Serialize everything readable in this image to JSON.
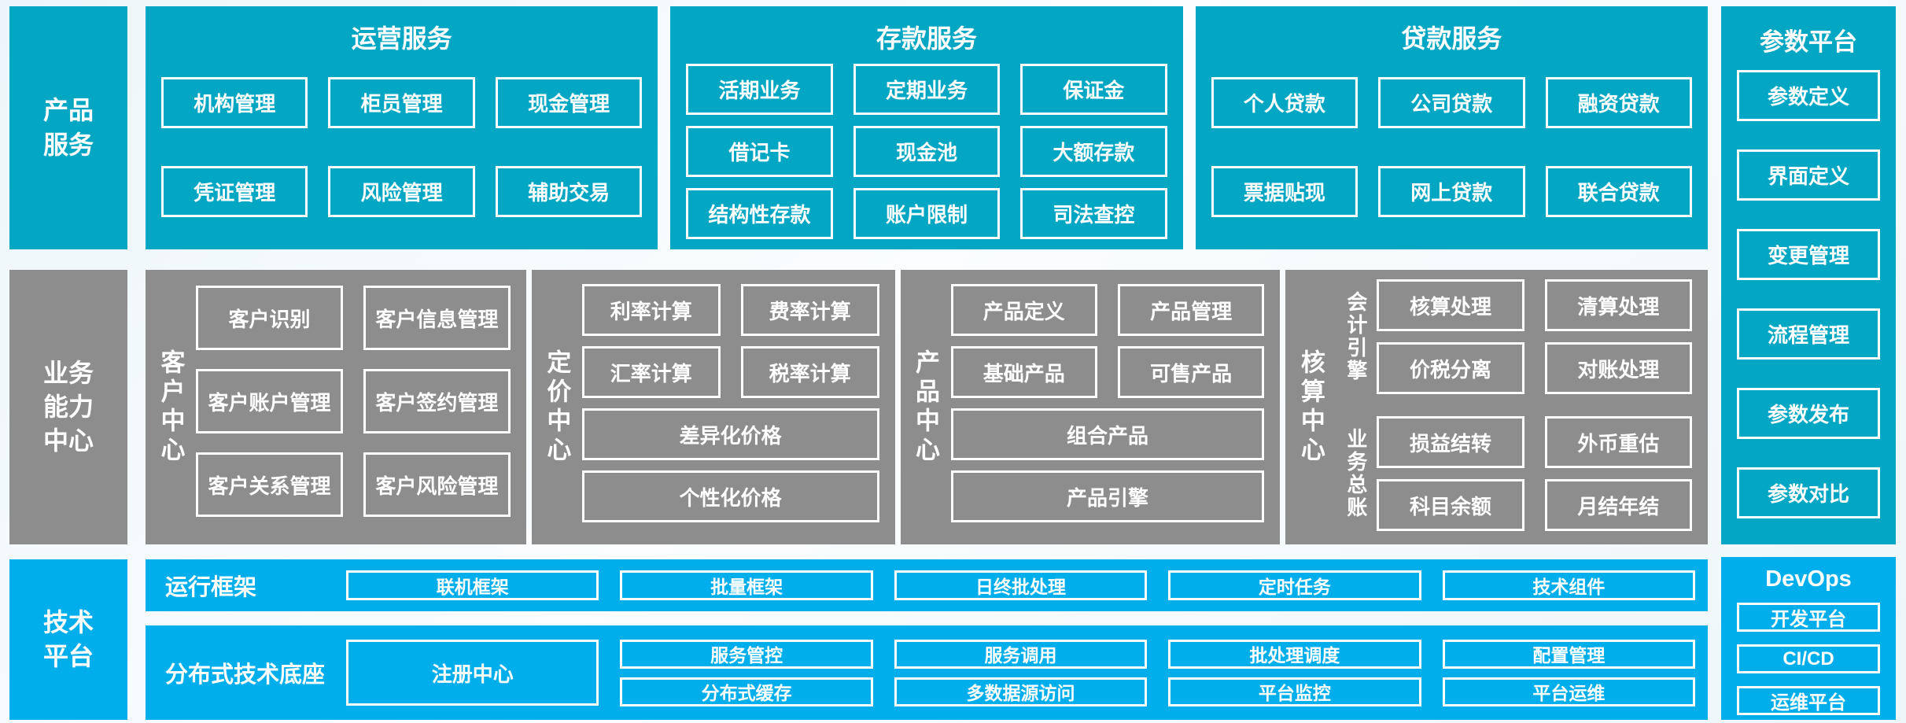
{
  "palette": {
    "teal": "#03a7c3",
    "cyan": "#00aeec",
    "gray": "#8d8d8d",
    "text": "#ffffff"
  },
  "rails": {
    "product": {
      "label": "产品\n服务"
    },
    "capability": {
      "label": "业务\n能力\n中心"
    },
    "tech": {
      "label": "技术\n平台"
    }
  },
  "product_band": {
    "blocks": [
      {
        "title": "运营服务",
        "rows": [
          [
            "机构管理",
            "柜员管理",
            "现金管理"
          ],
          [
            "凭证管理",
            "风险管理",
            "辅助交易"
          ]
        ]
      },
      {
        "title": "存款服务",
        "rows": [
          [
            "活期业务",
            "定期业务",
            "保证金"
          ],
          [
            "借记卡",
            "现金池",
            "大额存款"
          ],
          [
            "结构性存款",
            "账户限制",
            "司法查控"
          ]
        ]
      },
      {
        "title": "贷款服务",
        "rows": [
          [
            "个人贷款",
            "公司贷款",
            "融资贷款"
          ],
          [
            "票据贴现",
            "网上贷款",
            "联合贷款"
          ]
        ]
      }
    ]
  },
  "param_platform": {
    "title": "参数平台",
    "items": [
      "参数定义",
      "界面定义",
      "变更管理",
      "流程管理",
      "参数发布",
      "参数对比"
    ]
  },
  "capability_band": {
    "customer_center": {
      "label": "客户中心",
      "rows": [
        [
          "客户识别",
          "客户信息管理"
        ],
        [
          "客户账户管理",
          "客户签约管理"
        ],
        [
          "客户关系管理",
          "客户风险管理"
        ]
      ]
    },
    "pricing_center": {
      "label": "定价中心",
      "rows": [
        [
          "利率计算",
          "费率计算"
        ],
        [
          "汇率计算",
          "税率计算"
        ],
        [
          "差异化价格"
        ],
        [
          "个性化价格"
        ]
      ]
    },
    "product_center": {
      "label": "产品中心",
      "rows": [
        [
          "产品定义",
          "产品管理"
        ],
        [
          "基础产品",
          "可售产品"
        ],
        [
          "组合产品"
        ],
        [
          "产品引擎"
        ]
      ]
    },
    "accounting_center": {
      "label": "核算中心",
      "groups": [
        {
          "label": "会计引擎",
          "rows": [
            [
              "核算处理",
              "清算处理"
            ],
            [
              "价税分离",
              "对账处理"
            ]
          ]
        },
        {
          "label": "业务总账",
          "rows": [
            [
              "损益结转",
              "外币重估"
            ],
            [
              "科目余额",
              "月结年结"
            ]
          ]
        }
      ]
    }
  },
  "tech_band": {
    "runtime": {
      "label": "运行框架",
      "items": [
        "联机框架",
        "批量框架",
        "日终批处理",
        "定时任务",
        "技术组件"
      ]
    },
    "distributed": {
      "label": "分布式技术底座",
      "registry": "注册中心",
      "columns": [
        [
          "服务管控",
          "分布式缓存"
        ],
        [
          "服务调用",
          "多数据源访问"
        ],
        [
          "批处理调度",
          "平台监控"
        ],
        [
          "配置管理",
          "平台运维"
        ]
      ]
    },
    "devops": {
      "title": "DevOps",
      "items": [
        "开发平台",
        "CI/CD",
        "运维平台"
      ]
    }
  }
}
